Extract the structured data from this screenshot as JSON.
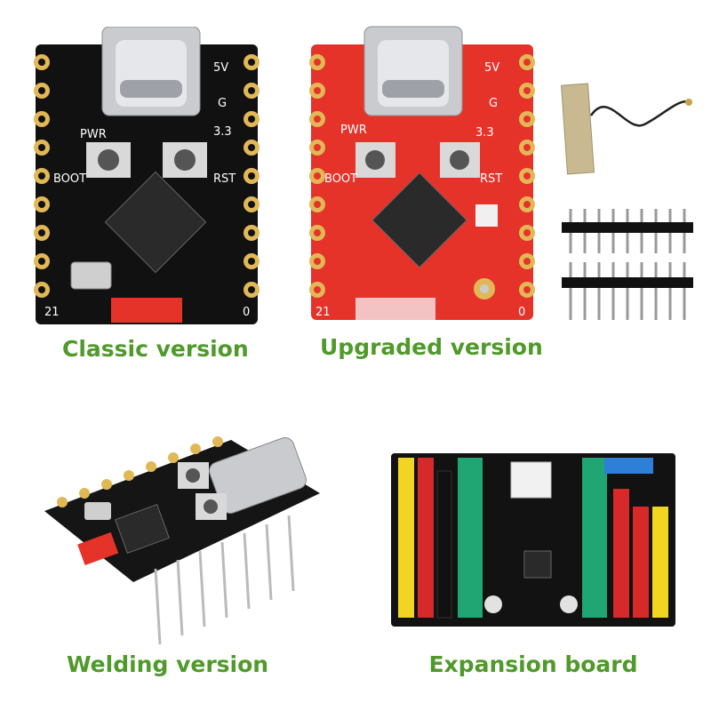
{
  "captions": {
    "classic": "Classic version",
    "upgraded": "Upgraded version",
    "welding": "Welding version",
    "expansion": "Expansion board"
  },
  "silkscreen": {
    "v5": "5V",
    "g": "G",
    "v33": "3.3",
    "rst": "RST",
    "boot": "BOOT",
    "pwr": "PWR",
    "pin21": "21",
    "pin0": "0"
  },
  "colors": {
    "caption": "#4f9a2a",
    "classic_pcb": "#111111",
    "upgraded_pcb": "#e5332a",
    "gold_pad": "#e2b857",
    "header_green": "#1fa672",
    "header_red": "#d62a2a",
    "header_yellow": "#f2d422",
    "header_blue": "#2d7fd8"
  }
}
